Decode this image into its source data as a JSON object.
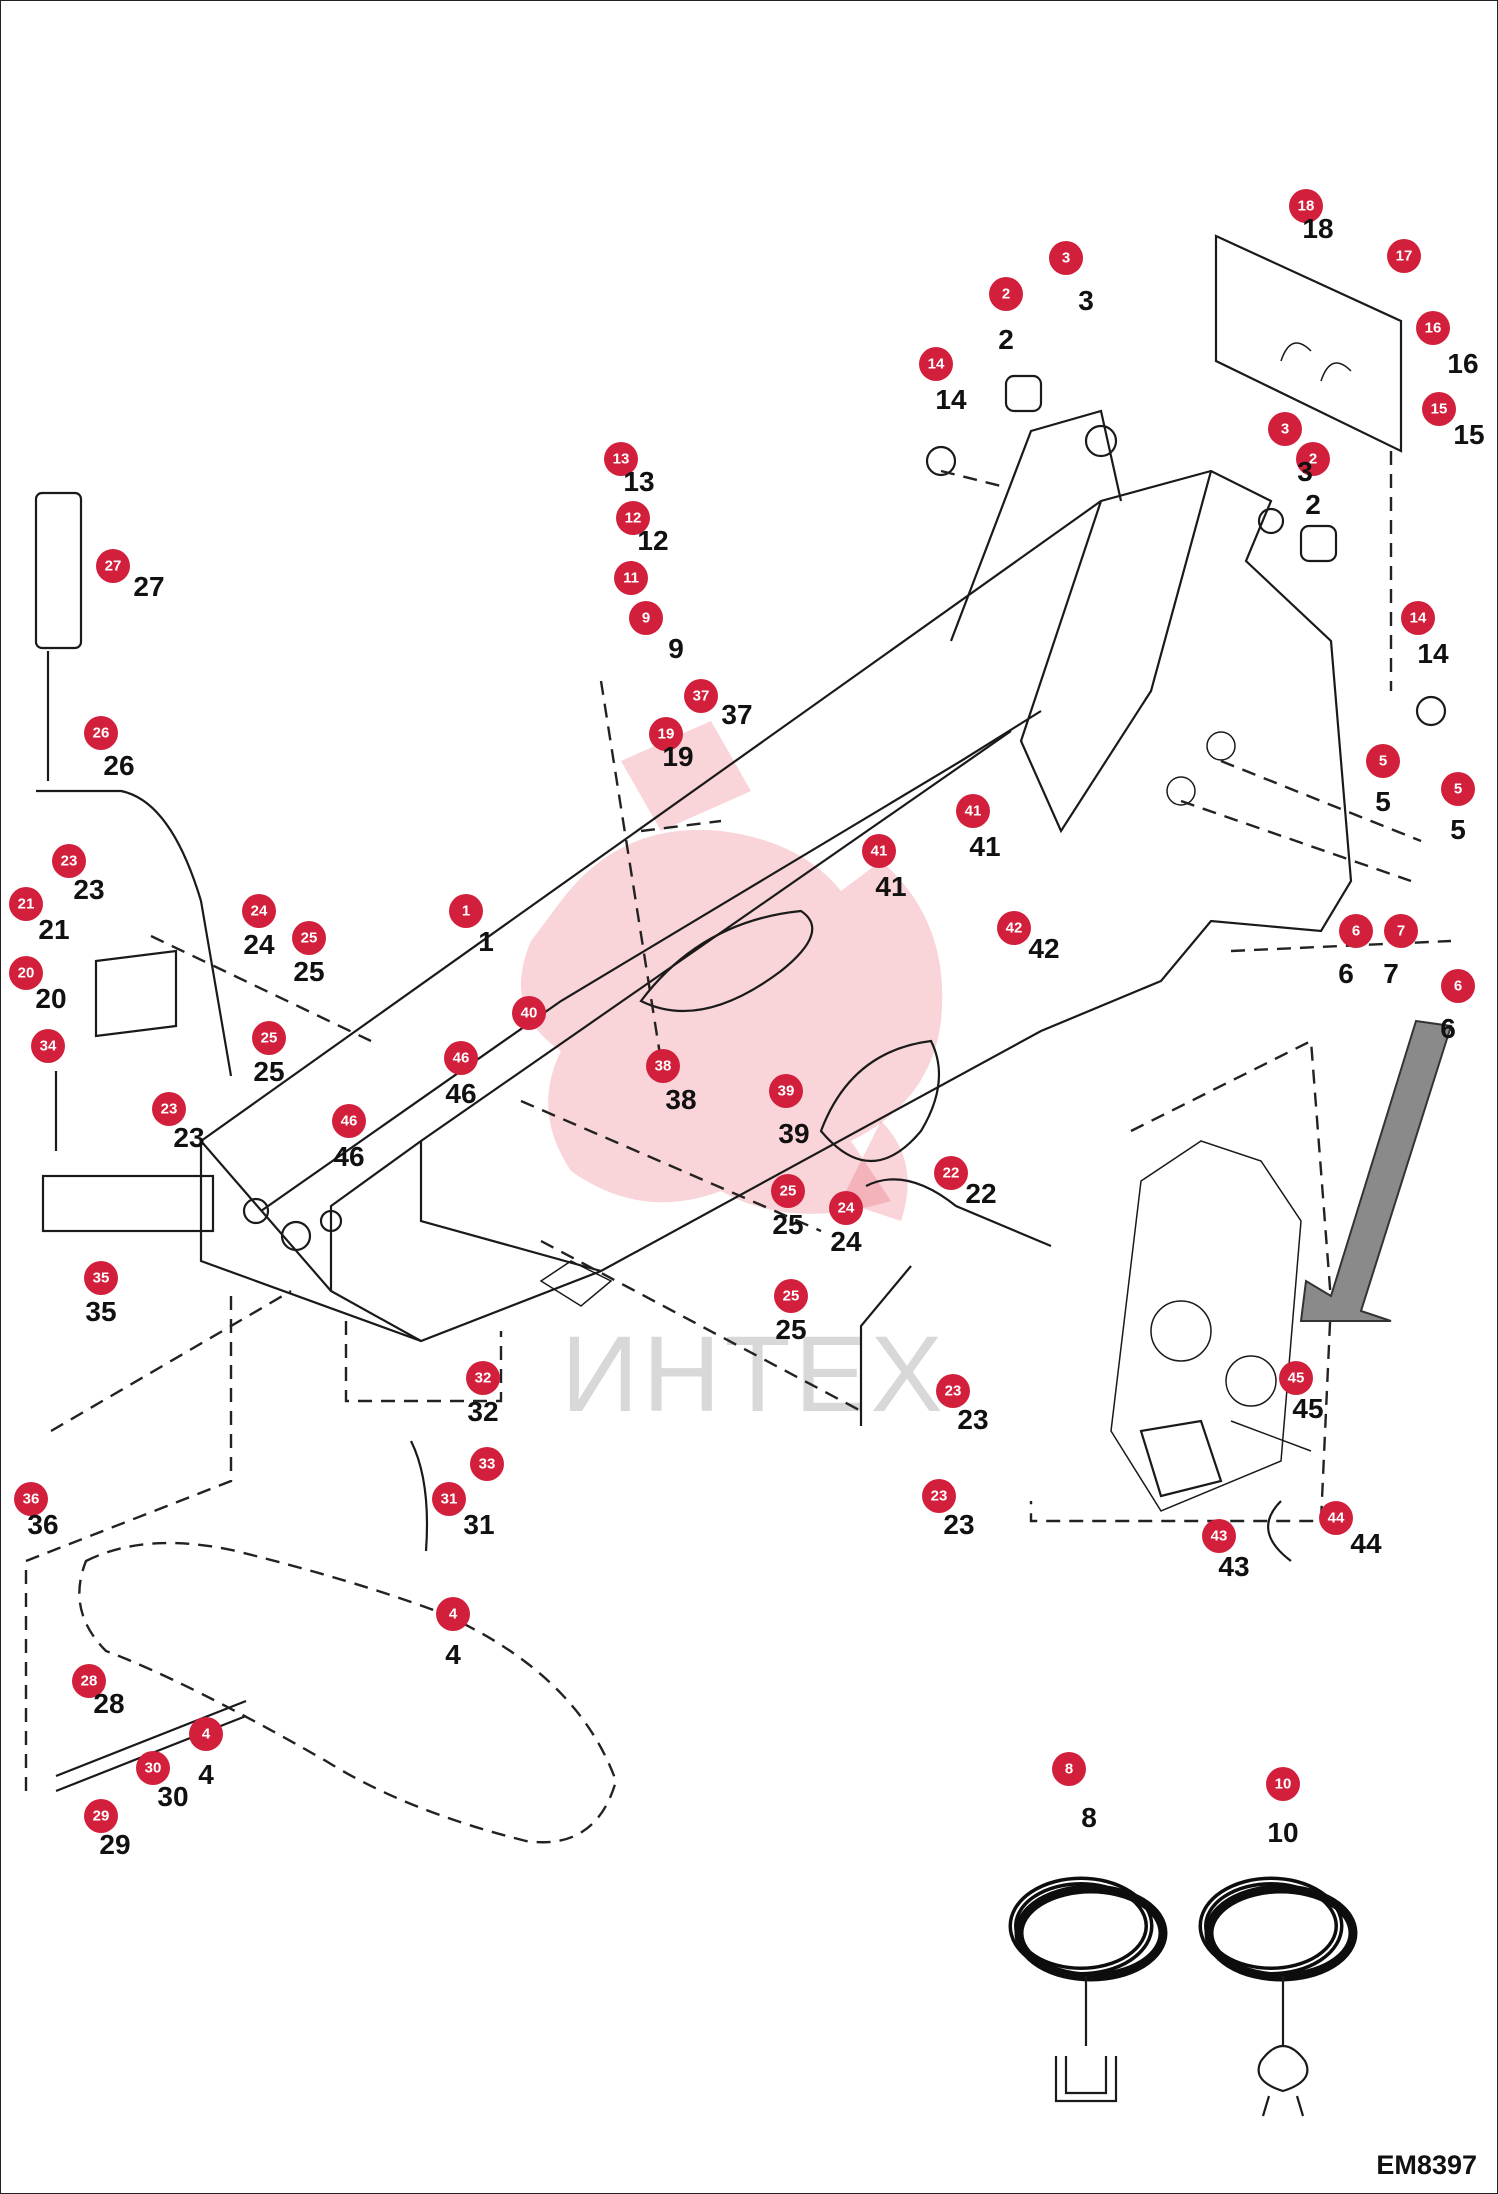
{
  "diagram": {
    "watermark": "ИНТЕХ",
    "drawing_code": "EM8397",
    "callouts": [
      "1",
      "2",
      "3",
      "4",
      "5",
      "6",
      "7",
      "8",
      "9",
      "10",
      "11",
      "12",
      "13",
      "14",
      "15",
      "16",
      "17",
      "18",
      "19",
      "20",
      "21",
      "22",
      "23",
      "24",
      "25",
      "26",
      "27",
      "28",
      "29",
      "30",
      "31",
      "32",
      "33",
      "34",
      "35",
      "36",
      "37",
      "38",
      "39",
      "40",
      "41",
      "42",
      "43",
      "44",
      "45",
      "46"
    ],
    "colors": {
      "badge": "#d21f3c",
      "line": "#1a1a1a",
      "watermark_logo": "#e23a50"
    }
  }
}
